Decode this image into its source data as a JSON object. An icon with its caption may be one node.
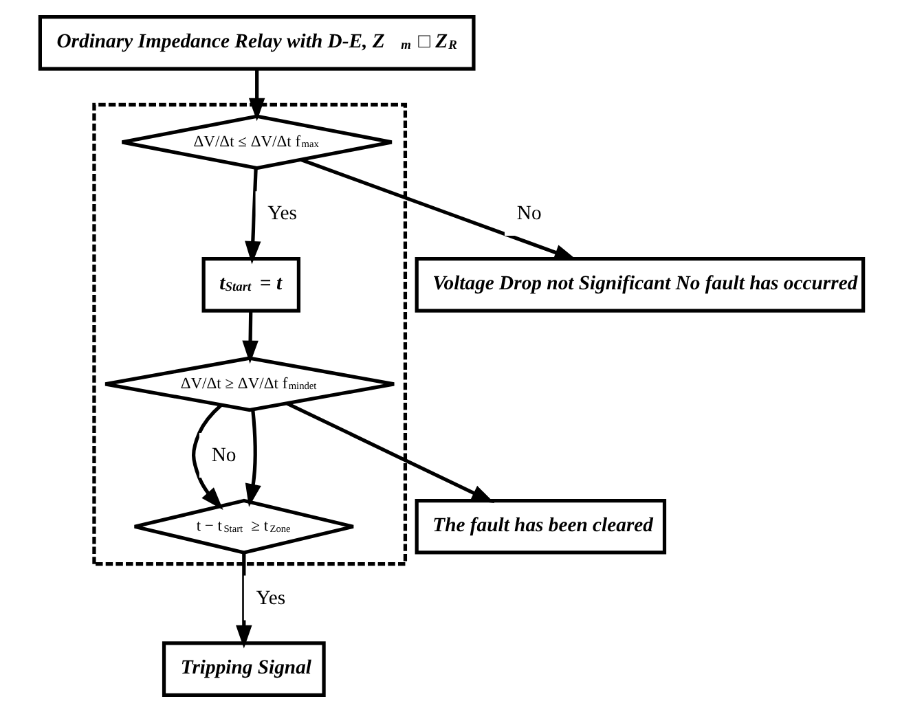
{
  "diagram": {
    "nodes": [
      {
        "text": [
          "Ordinary Impedance Relay with D-E, Z$_{m}$ □ Z$_{R}$"
        ]
      },
      {
        "text": [],
        "shape": "box"
      },
      {
        "text": [
          "ΔV/Δt ≤ ΔV/Δt f$_{max}$"
        ],
        "in": 1
      },
      {
        "text": [
          "Voltage Drop not Significant No fault has occurred"
        ]
      },
      {
        "text": [
          "t$_{Start}$ = t"
        ],
        "in": 1
      },
      {
        "text": [
          "ΔV/Δt ≥ ΔV/Δt f$_{mindet}$"
        ],
        "in": 1
      },
      {
        "text": [
          "The fault has been cleared"
        ]
      },
      {
        "text": [
          "t − t$_{Start}$ ≥ t$_{Zone}$"
        ],
        "in": 1
      },
      {
        "text": [
          "Tripping Signal"
        ]
      }
    ],
    "edges": [
      {
        "from": 0,
        "to": 2,
        "arrow": "to"
      },
      {
        "from": 2,
        "to": 3,
        "arrow": "to",
        "label": "No"
      },
      {
        "from": 2,
        "to": 4,
        "arrow": "to",
        "label": "Yes"
      },
      {
        "from": 4,
        "to": 5,
        "arrow": "to"
      },
      {
        "from": 5,
        "to": 6,
        "arrow": "to"
      },
      {
        "from": 5,
        "to": 7,
        "arrow": "to",
        "label": "No"
      },
      {
        "from": 5,
        "to": 7,
        "arrow": "to"
      },
      {
        "from": 7,
        "to": 8,
        "arrow": "to",
        "label": "Yes"
      }
    ]
  }
}
